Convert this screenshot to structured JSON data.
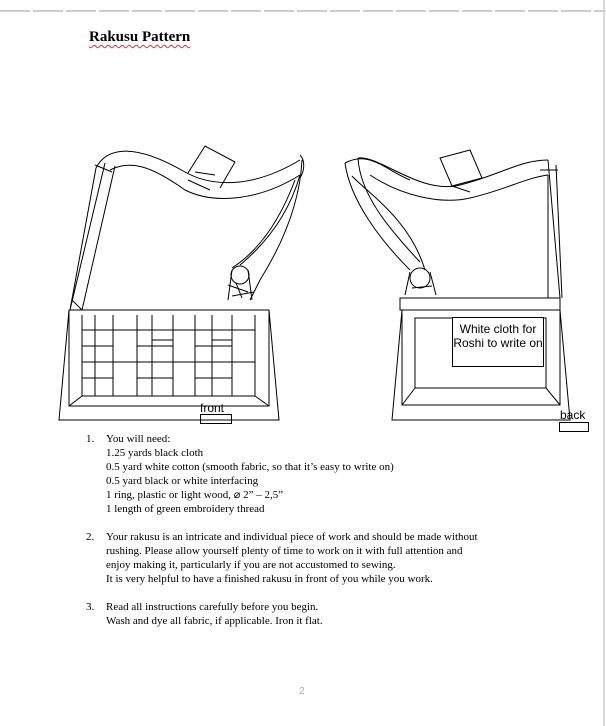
{
  "document": {
    "title": "Rakusu Pattern",
    "page_number": "2"
  },
  "illustration": {
    "front_label": "front",
    "back_label": "back",
    "back_box_text": "White cloth for Roshi to write on"
  },
  "instructions": [
    {
      "number": "1.",
      "lines": [
        "You will need:",
        "1.25 yards black cloth",
        "0.5 yard white cotton (smooth fabric, so that it’s easy to write on)",
        "0.5 yard black or white interfacing",
        "1 ring, plastic or light wood, ⌀ 2” – 2,5”",
        "1 length of green embroidery thread"
      ]
    },
    {
      "number": "2.",
      "lines": [
        "Your rakusu is an intricate and individual piece of work and should be made without",
        "rushing.  Please allow yourself plenty of time to work on it with full attention and",
        "enjoy making it, particularly if you are not accustomed to sewing.",
        " It is very helpful to have a finished rakusu in front of you while you work."
      ]
    },
    {
      "number": "3.",
      "lines": [
        "Read all instructions carefully before you begin.",
        "Wash and dye all fabric, if applicable. Iron it flat."
      ]
    }
  ]
}
